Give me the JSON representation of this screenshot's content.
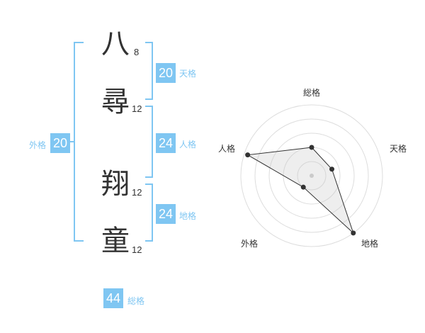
{
  "name": {
    "characters": [
      {
        "char": "八",
        "strokes": "8"
      },
      {
        "char": "尋",
        "strokes": "12"
      },
      {
        "char": "翔",
        "strokes": "12"
      },
      {
        "char": "童",
        "strokes": "12"
      }
    ]
  },
  "fortunes": {
    "tenkaku": {
      "value": "20",
      "label": "天格"
    },
    "jinkaku": {
      "value": "24",
      "label": "人格"
    },
    "chikaku": {
      "value": "24",
      "label": "地格"
    },
    "gaikaku": {
      "value": "20",
      "label": "外格"
    },
    "soukaku": {
      "value": "44",
      "label": "総格"
    }
  },
  "colors": {
    "accent": "#7fc6f2",
    "text": "#333333",
    "grid": "#dddddd"
  },
  "chart_data": {
    "type": "radar",
    "categories": [
      "総格",
      "天格",
      "地格",
      "外格",
      "人格"
    ],
    "values": [
      0.4,
      0.3,
      1.0,
      0.2,
      0.95
    ],
    "range": [
      0,
      1
    ],
    "rings": 5
  }
}
